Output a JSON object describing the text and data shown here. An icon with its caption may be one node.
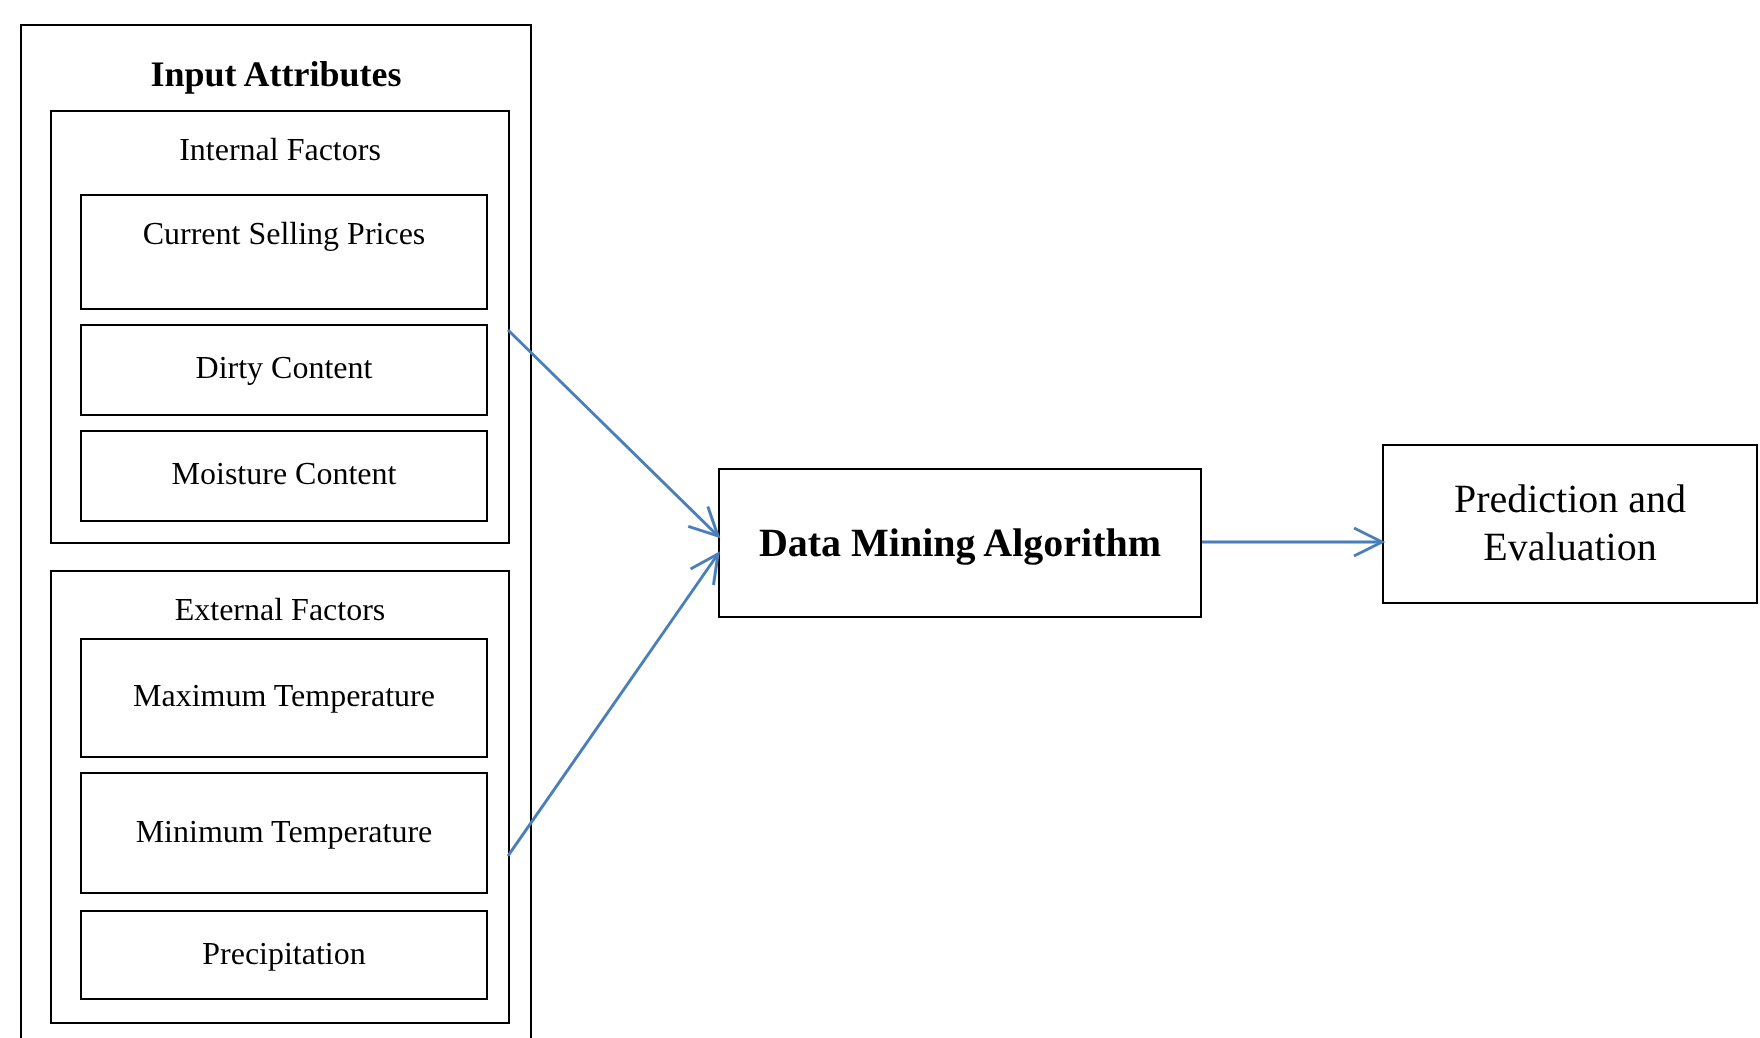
{
  "diagram": {
    "nodes": [
      {
        "text": [
          "Input Attributes"
        ]
      },
      {
        "text": [
          "Internal Factors"
        ],
        "in": 0
      },
      {
        "text": [
          "Current Selling Prices"
        ],
        "in": 1
      },
      {
        "text": [
          "Dirty Content"
        ],
        "in": 1
      },
      {
        "text": [
          "Moisture Content"
        ],
        "in": 1
      },
      {
        "text": [
          "External Factors"
        ],
        "in": 0
      },
      {
        "text": [
          "Maximum Temperature"
        ],
        "in": 5
      },
      {
        "text": [
          "Minimum Temperature"
        ],
        "in": 5
      },
      {
        "text": [
          "Precipitation"
        ],
        "in": 5
      },
      {
        "text": [
          "Data Mining Algorithm"
        ]
      },
      {
        "text": [
          "Prediction and Evaluation"
        ]
      }
    ],
    "edges": [
      {
        "from": 1,
        "to": 9,
        "arrow": "to"
      },
      {
        "from": 5,
        "to": 9,
        "arrow": "to"
      },
      {
        "from": 9,
        "to": 10,
        "arrow": "to"
      }
    ]
  }
}
